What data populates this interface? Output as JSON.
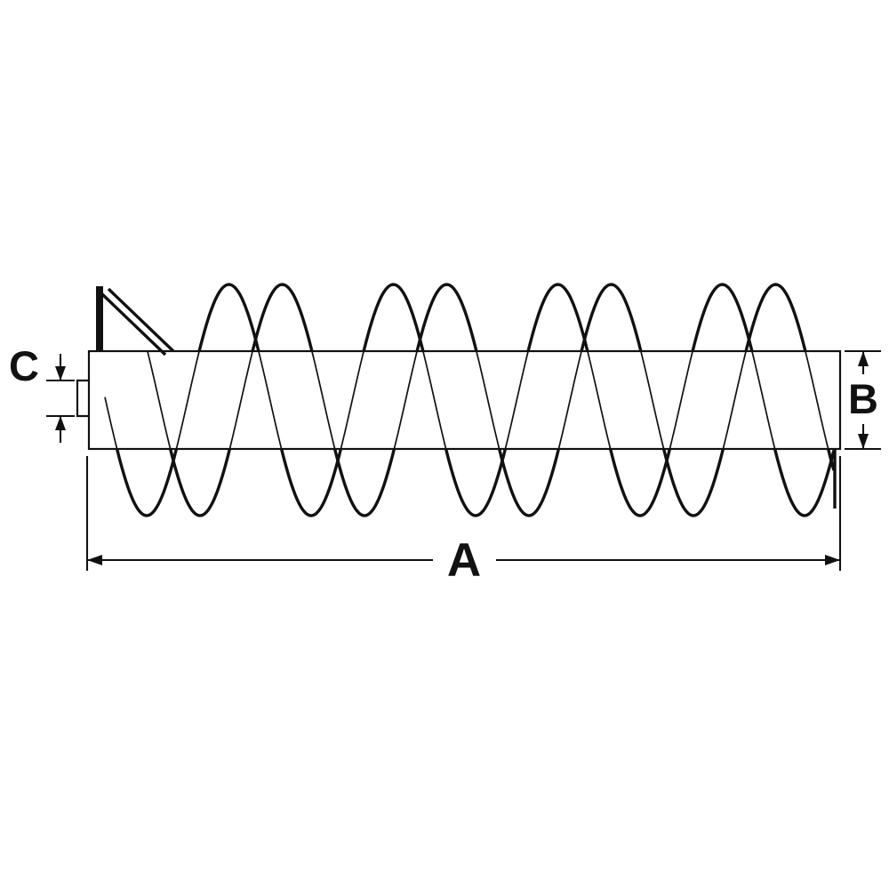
{
  "drawing": {
    "labels": {
      "length_a": "A",
      "diameter_b": "B",
      "shaft_c": "C"
    },
    "colors": {
      "ink": "#111111",
      "background": "#ffffff"
    }
  }
}
